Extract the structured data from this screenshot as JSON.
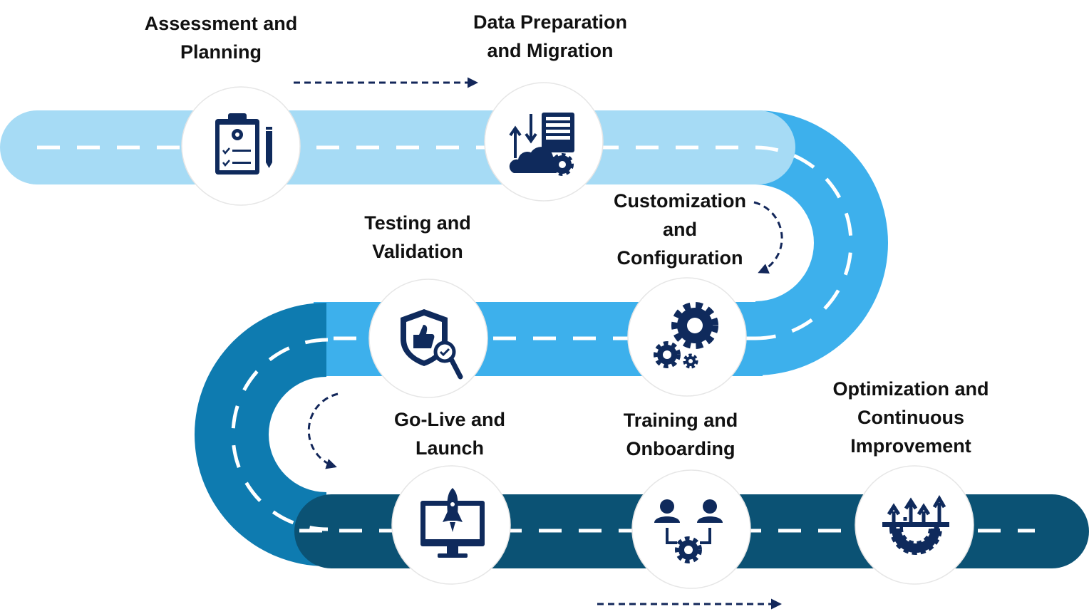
{
  "colors": {
    "lane_light": "#A6DBF5",
    "lane_mid": "#3DB0EC",
    "lane_steel": "#0E7BB0",
    "lane_dark": "#0B5274",
    "dash": "#ffffff",
    "icon": "#0F2A5C",
    "circle": "#ffffff",
    "arrow": "#13275A"
  },
  "steps": [
    {
      "lines": [
        "Assessment and",
        "Planning"
      ],
      "icon": "clipboard-checklist-icon"
    },
    {
      "lines": [
        "Data Preparation",
        "and Migration"
      ],
      "icon": "cloud-server-transfer-icon"
    },
    {
      "lines": [
        "Customization",
        "and",
        "Configuration"
      ],
      "icon": "gears-icon"
    },
    {
      "lines": [
        "Testing and",
        "Validation"
      ],
      "icon": "shield-magnifier-icon"
    },
    {
      "lines": [
        "Go-Live and",
        "Launch"
      ],
      "icon": "rocket-monitor-icon"
    },
    {
      "lines": [
        "Training and",
        "Onboarding"
      ],
      "icon": "team-gear-icon"
    },
    {
      "lines": [
        "Optimization and",
        "Continuous",
        "Improvement"
      ],
      "icon": "gear-upward-arrows-icon"
    }
  ]
}
